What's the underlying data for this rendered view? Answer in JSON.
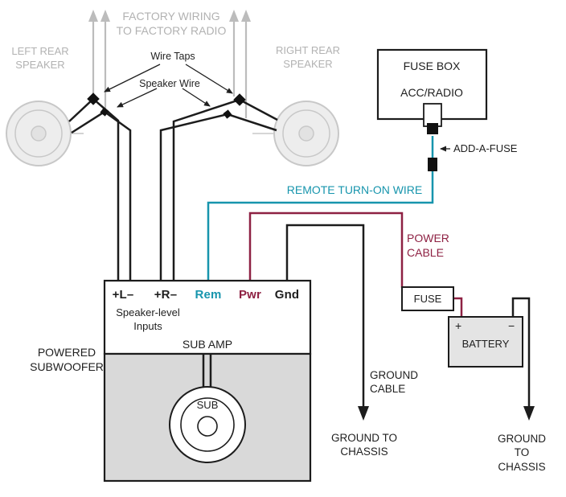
{
  "colors": {
    "wire_black": "#1c1c1c",
    "wire_teal": "#1795ad",
    "wire_power": "#8e2143",
    "factory_gray": "#bcbcbc",
    "label_gray": "#b2b2b2",
    "enclosure_gray": "#d9d9d9"
  },
  "factory": {
    "wiring_label": "FACTORY WIRING\nTO FACTORY RADIO",
    "wire_taps_label": "Wire Taps",
    "speaker_wire_label": "Speaker Wire"
  },
  "speakers": {
    "left_label": "LEFT REAR\nSPEAKER",
    "right_label": "RIGHT REAR\nSPEAKER"
  },
  "fuse_box": {
    "title": "FUSE BOX",
    "slot_label": "ACC/RADIO",
    "add_a_fuse_label": "ADD-A-FUSE"
  },
  "wires": {
    "remote_label": "REMOTE TURN-ON WIRE",
    "power_label": "POWER\nCABLE",
    "ground_label": "GROUND\nCABLE"
  },
  "fuse": {
    "label": "FUSE"
  },
  "battery": {
    "label": "BATTERY",
    "positive": "+",
    "negative": "−"
  },
  "amp": {
    "terminals": [
      {
        "label": "+L–"
      },
      {
        "label": "+R–"
      },
      {
        "label": "Rem"
      },
      {
        "label": "Pwr"
      },
      {
        "label": "Gnd"
      }
    ],
    "inputs_label": "Speaker-level\nInputs",
    "title": "SUB AMP",
    "enclosure_label": "POWERED\nSUBWOOFER",
    "sub_label": "SUB"
  },
  "grounds": {
    "amp_chassis": "GROUND TO\nCHASSIS",
    "battery_chassis": "GROUND TO\nCHASSIS"
  }
}
